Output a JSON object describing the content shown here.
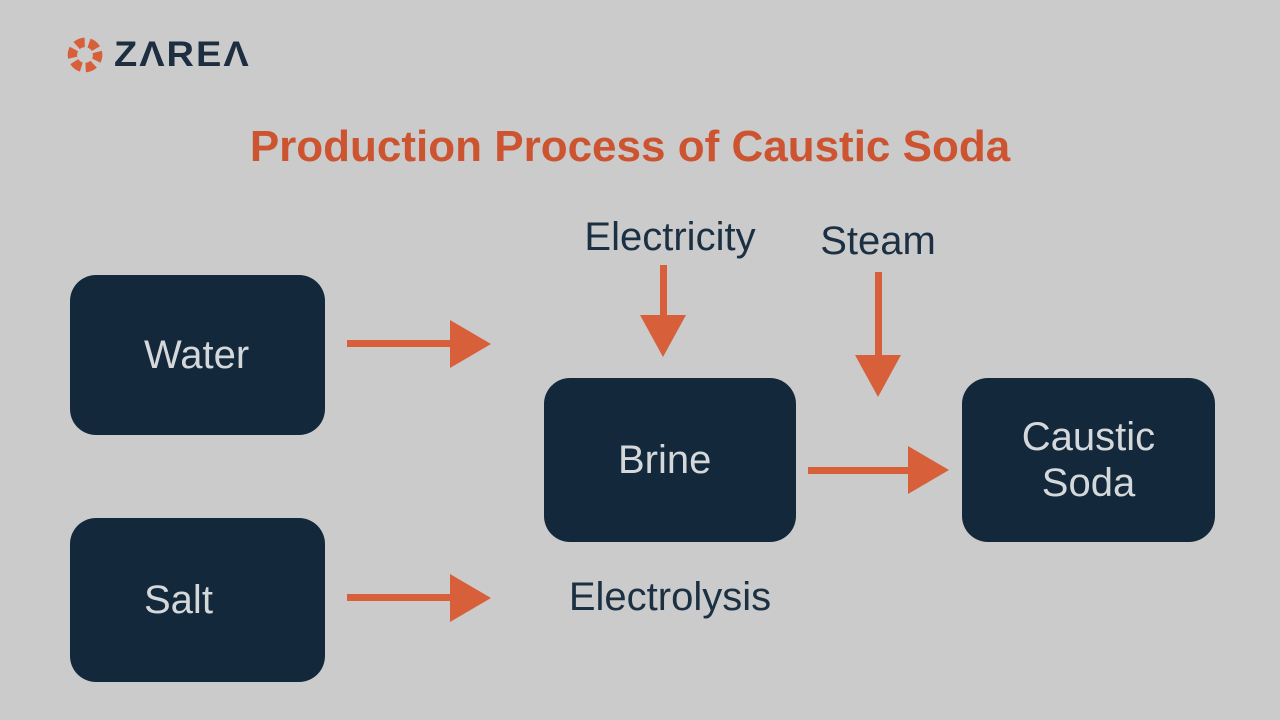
{
  "colors": {
    "background": "#cbcbcb",
    "navy": "#13293b",
    "accent": "#d7603a",
    "title": "#cc5431",
    "box_text": "#d5d8da",
    "label_text": "#1b3043",
    "logo": "#1d2e41"
  },
  "logo": {
    "brand": "ZAREA",
    "brand_display": "ZΛREΛ",
    "icon": "swirl-icon"
  },
  "title": "Production Process of Caustic Soda",
  "diagram": {
    "nodes": [
      {
        "id": "water",
        "label": "Water"
      },
      {
        "id": "salt",
        "label": "Salt"
      },
      {
        "id": "brine",
        "label": "Brine"
      },
      {
        "id": "caustic-soda",
        "label": "Caustic Soda"
      }
    ],
    "annotations": [
      {
        "id": "electricity",
        "label": "Electricity"
      },
      {
        "id": "steam",
        "label": "Steam"
      },
      {
        "id": "electrolysis",
        "label": "Electrolysis"
      }
    ],
    "arrows": [
      {
        "id": "water-to-brine",
        "direction": "right"
      },
      {
        "id": "salt-to-electrolysis",
        "direction": "right"
      },
      {
        "id": "brine-to-caustic-soda",
        "direction": "right"
      },
      {
        "id": "electricity-to-brine",
        "direction": "down"
      },
      {
        "id": "steam-to-output",
        "direction": "down"
      }
    ]
  }
}
